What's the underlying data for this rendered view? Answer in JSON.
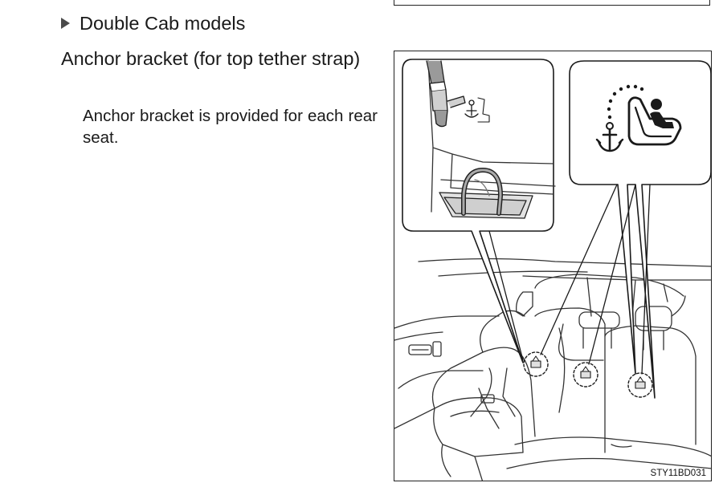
{
  "section": {
    "heading": "Double Cab models",
    "marker_icon": "triangle-right-icon"
  },
  "subheading": "Anchor bracket (for top tether strap)",
  "body_text": "Anchor bracket is provided for each rear seat.",
  "figure": {
    "code": "STY11BD031",
    "icons": [
      "child-seat-anchor-icon",
      "child-seat-anchor-symbol-icon"
    ],
    "tether_marker_count": 3
  }
}
